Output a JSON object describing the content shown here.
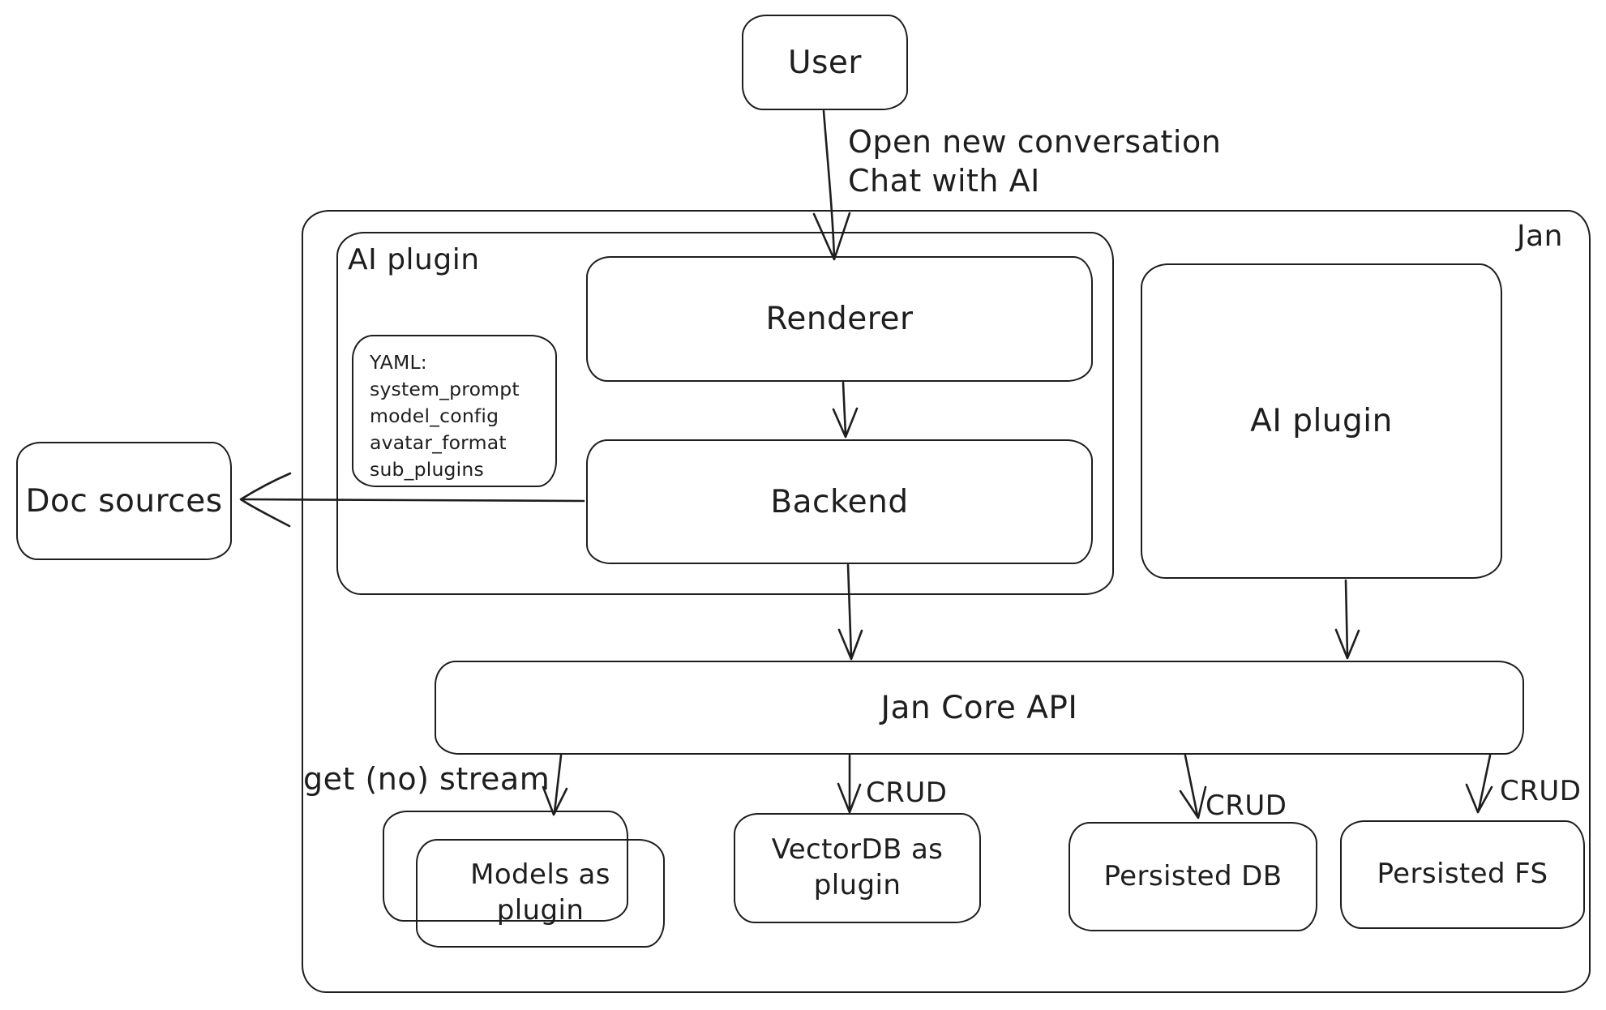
{
  "canvas": {
    "stroke_color": "#1e1e1e",
    "background_color": "#ffffff"
  },
  "nodes": {
    "user": "User",
    "jan_container": "Jan",
    "ai_plugin_group": "AI plugin",
    "renderer": "Renderer",
    "backend": "Backend",
    "ai_plugin_box": "AI plugin",
    "doc_sources": "Doc sources",
    "jan_core_api": "Jan Core API",
    "models_as_plugin": "Models as plugin",
    "vectordb_as_plugin": "VectorDB as plugin",
    "persisted_db": "Persisted DB",
    "persisted_fs": "Persisted FS"
  },
  "yaml_note": {
    "lines": [
      "YAML:",
      "system_prompt",
      "model_config",
      "avatar_format",
      "sub_plugins"
    ]
  },
  "edge_labels": {
    "user_arrow_line1": "Open new conversation",
    "user_arrow_line2": "Chat with AI",
    "get_no_stream": "get (no) stream",
    "crud_vectordb": "CRUD",
    "crud_persisted_db": "CRUD",
    "crud_persisted_fs": "CRUD"
  }
}
